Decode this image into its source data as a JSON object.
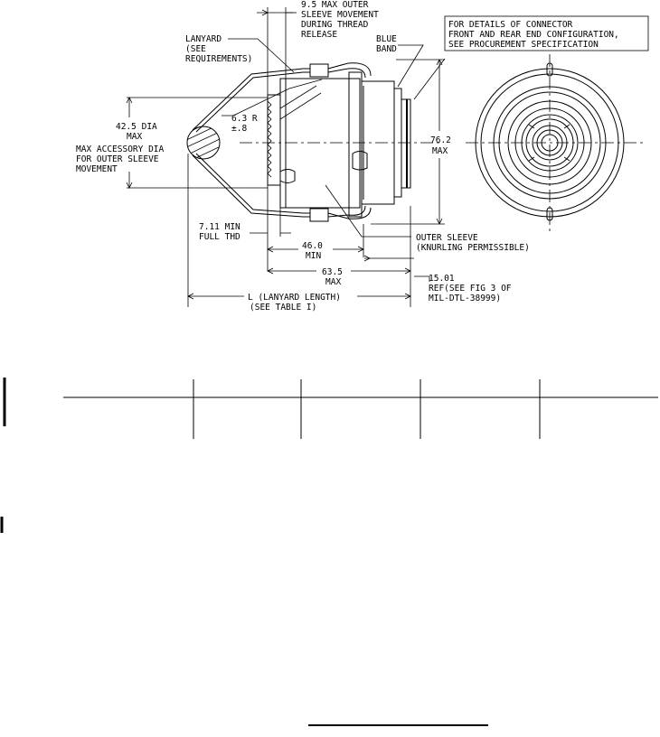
{
  "drawing": {
    "callouts": {
      "outer_sleeve_movement": [
        "9.5 MAX OUTER",
        "SLEEVE MOVEMENT",
        "DURING THREAD",
        "RELEASE"
      ],
      "lanyard": [
        "LANYARD",
        "(SEE",
        "REQUIREMENTS)"
      ],
      "blue_band": [
        "BLUE",
        "BAND"
      ],
      "connector_note": [
        "FOR DETAILS OF CONNECTOR",
        "FRONT AND REAR END CONFIGURATION,",
        "SEE PROCUREMENT SPECIFICATION"
      ],
      "radius": [
        "6.3 R",
        "±.8"
      ],
      "accessory_dia": [
        "42.5 DIA",
        "MAX",
        "MAX ACCESSORY DIA",
        "FOR OUTER SLEEVE",
        "MOVEMENT"
      ],
      "overall_dia": [
        "76.2",
        "MAX"
      ],
      "thread": [
        "7.11 MIN",
        "FULL THD"
      ],
      "outer_sleeve": [
        "OUTER SLEEVE",
        "(KNURLING PERMISSIBLE)"
      ],
      "min_46": [
        "46.0",
        "MIN"
      ],
      "max_63": [
        "63.5",
        "MAX"
      ],
      "ref_15": [
        "15.01",
        "REF(SEE FIG 3 OF",
        "MIL-DTL-38999)"
      ],
      "lanyard_length": [
        "L (LANYARD LENGTH)",
        "(SEE TABLE I)"
      ]
    }
  },
  "table": {
    "column_count": 5
  }
}
